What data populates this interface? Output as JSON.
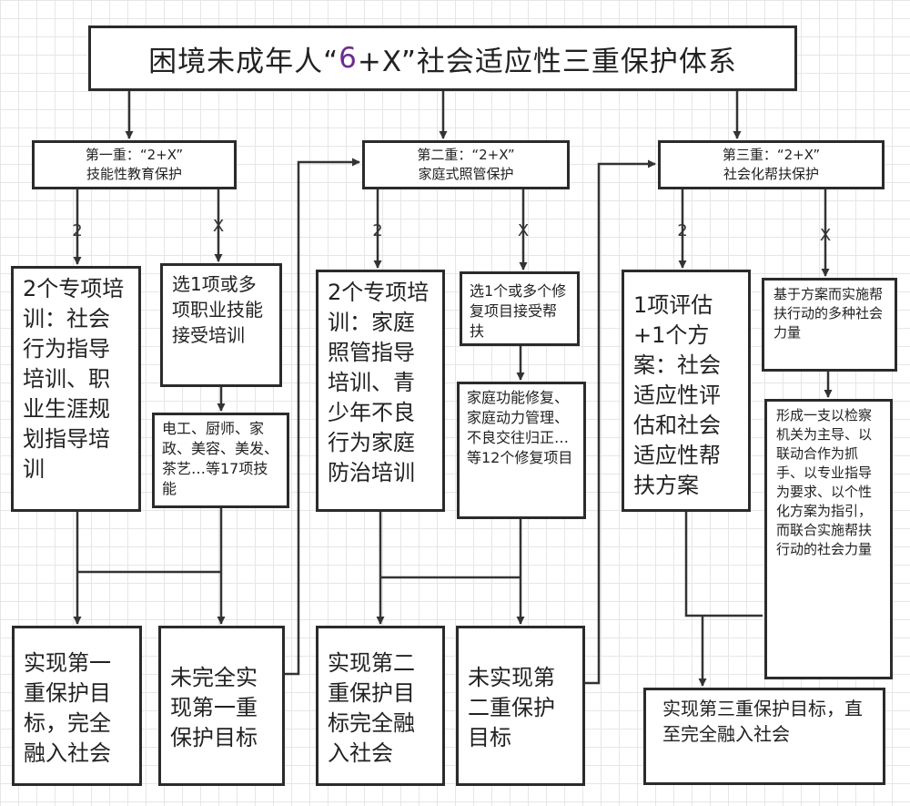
{
  "title": {
    "before": "困境未成年人“",
    "highlight": "6",
    "after": "+X”社会适应性三重保护体系"
  },
  "tiers": [
    {
      "line1": "第一重：“2+X”",
      "line2": "技能性教育保护"
    },
    {
      "line1": "第二重：“2+X”",
      "line2": "家庭式照管保护"
    },
    {
      "line1": "第三重：“2+X”",
      "line2": "社会化帮扶保护"
    }
  ],
  "edge_labels": {
    "two": "2",
    "x": "X"
  },
  "nodes": {
    "t1_two": "2个专项培训：社会行为指导培训、职业生涯规划指导培训",
    "t1_x": "选1项或多项职业技能接受培训",
    "t1_skills": "电工、厨师、家政、美容、美发、茶艺…等17项技能",
    "t1_done": "实现第一重保护目标，完全融入社会",
    "t1_notdone": "未完全实现第一重保护目标",
    "t2_two": "2个专项培训：家庭照管指导培训、青少年不良行为家庭防治培训",
    "t2_x": "选1个或多个修复项目接受帮扶",
    "t2_projects": "家庭功能修复、家庭动力管理、不良交往归正…等12个修复项目",
    "t2_done": "实现第二重保护目标完全融入社会",
    "t2_notdone": "未实现第二重保护目标",
    "t3_two": "1项评估+1个方案：社会适应性评估和社会适应性帮扶方案",
    "t3_x": "基于方案而实施帮扶行动的多种社会力量",
    "t3_force": "形成一支以检察机关为主导、以联动合作为抓手、以专业指导为要求、以个性化方案为指引，而联合实施帮扶行动的社会力量",
    "t3_done": "实现第三重保护目标，直至完全融入社会"
  }
}
